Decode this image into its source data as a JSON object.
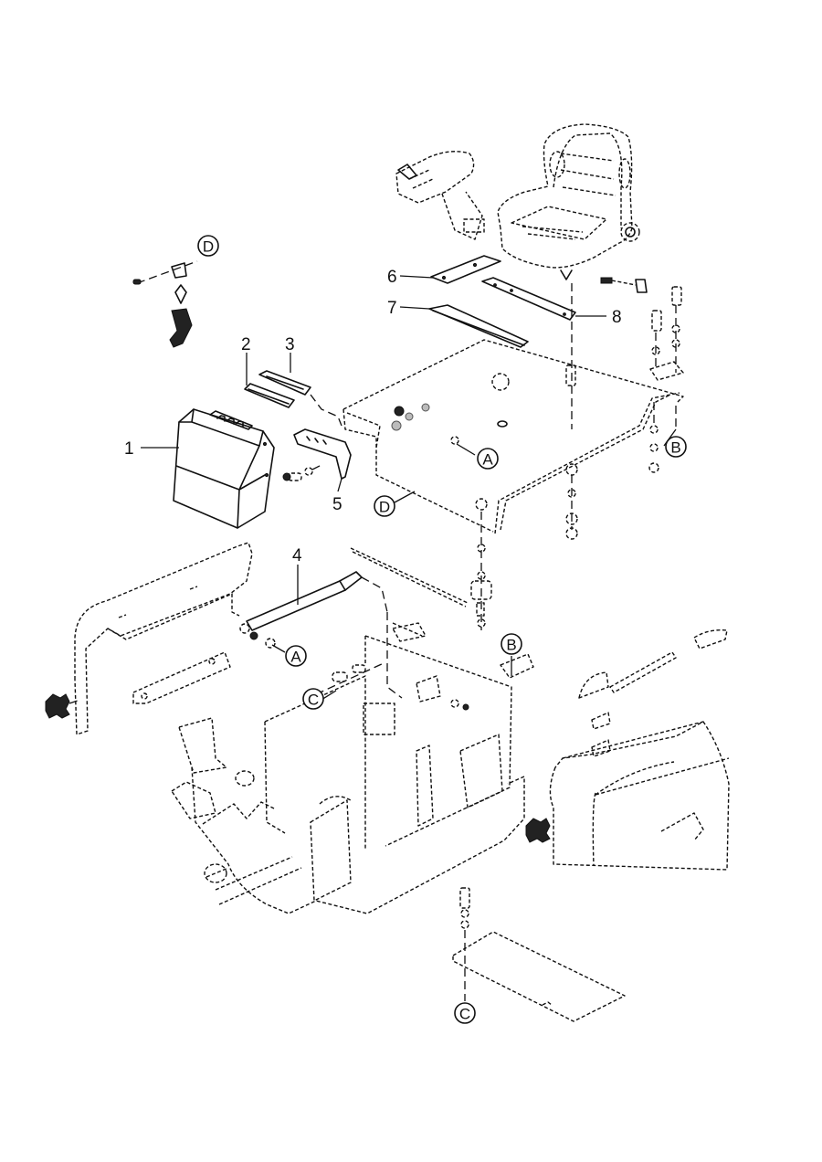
{
  "diagram": {
    "type": "exploded-parts-view",
    "subject": "Operator seat, console and frame cover assembly",
    "part_callouts": [
      {
        "id": "1",
        "label": "1"
      },
      {
        "id": "2",
        "label": "2"
      },
      {
        "id": "3",
        "label": "3"
      },
      {
        "id": "4",
        "label": "4"
      },
      {
        "id": "5",
        "label": "5"
      },
      {
        "id": "6",
        "label": "6"
      },
      {
        "id": "7",
        "label": "7"
      },
      {
        "id": "8",
        "label": "8"
      }
    ],
    "reference_markers": [
      {
        "id": "D-top",
        "letter": "D"
      },
      {
        "id": "A-plate",
        "letter": "A"
      },
      {
        "id": "B-right",
        "letter": "B"
      },
      {
        "id": "D-plate",
        "letter": "D"
      },
      {
        "id": "A-strut",
        "letter": "A"
      },
      {
        "id": "B-frame",
        "letter": "B"
      },
      {
        "id": "C-frame",
        "letter": "C"
      },
      {
        "id": "C-bottom",
        "letter": "C"
      }
    ]
  }
}
